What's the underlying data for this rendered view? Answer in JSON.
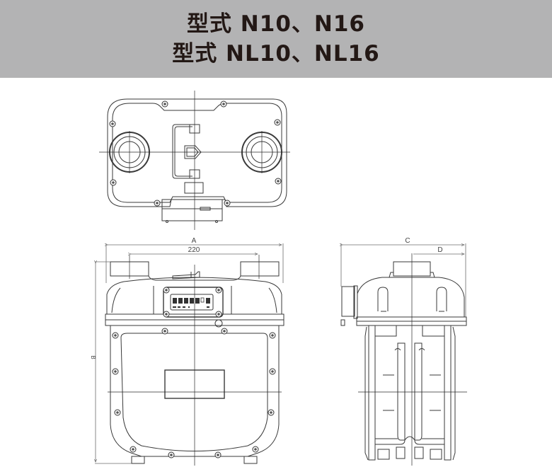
{
  "header": {
    "line1": "型式 N10、N16",
    "line2": "型式 NL10、NL16",
    "background": "#b3b3b4",
    "text_color": "#231815"
  },
  "views": {
    "top_view": {
      "label": "top-view"
    },
    "front_view": {
      "label": "front-view",
      "dimensions": {
        "overall_width_label": "A",
        "inlet_spacing_value": "220",
        "height_label": "B"
      }
    },
    "side_view": {
      "label": "side-view",
      "dimensions": {
        "overall_depth_label": "C",
        "offset_label": "D"
      }
    }
  },
  "colors": {
    "line": "#3a3a3a",
    "centerline": "#2a2a2a",
    "dimension": "#6d6d6d"
  }
}
